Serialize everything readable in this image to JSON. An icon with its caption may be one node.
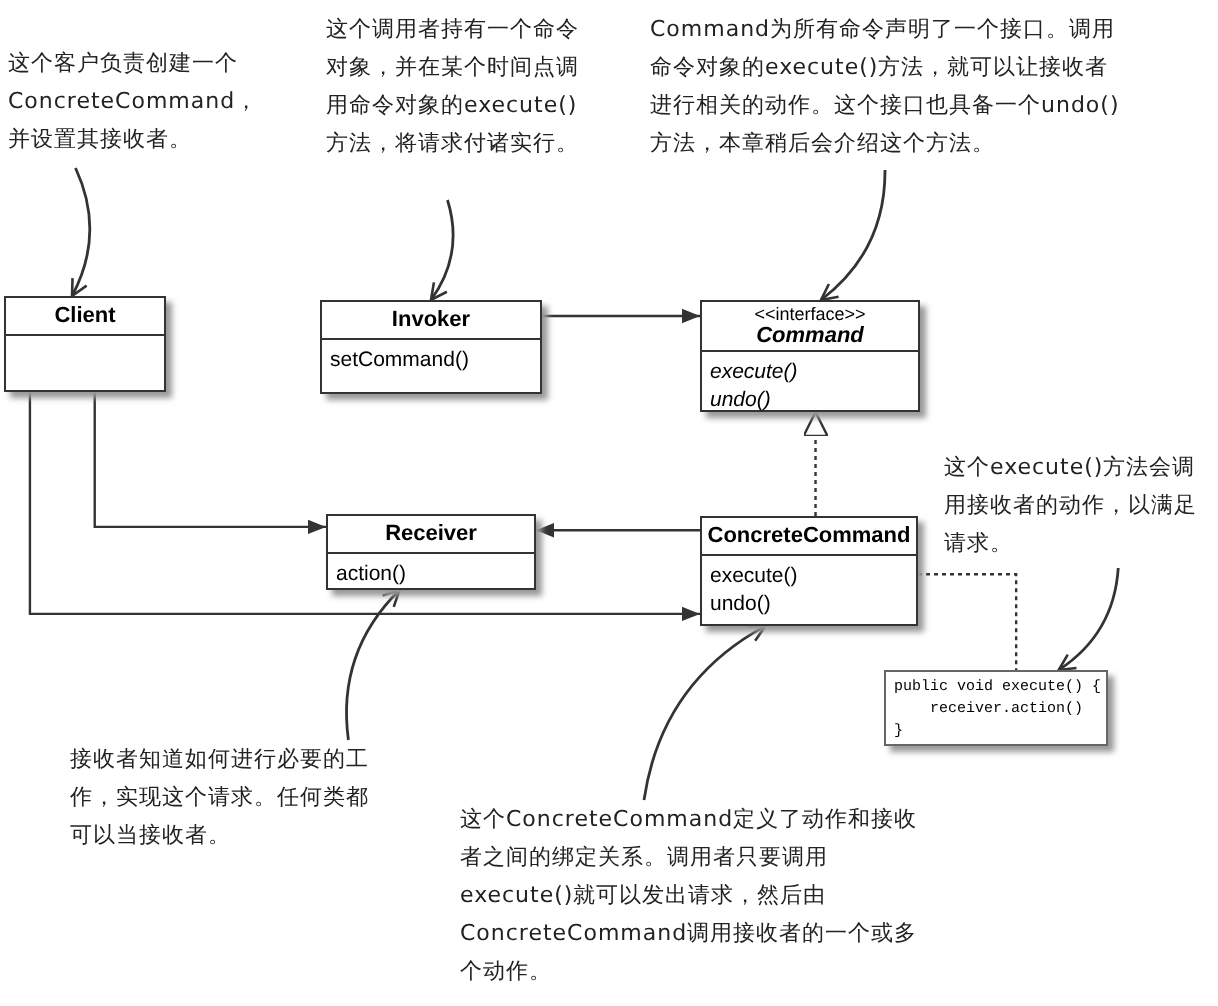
{
  "diagram": {
    "nodes": [
      {
        "text": [
          "Client"
        ]
      },
      {
        "text": [
          "Invoker",
          "setCommand()"
        ]
      },
      {
        "text": [
          "<<interface>>",
          "Command",
          "execute()",
          "undo()"
        ]
      },
      {
        "text": [
          "Receiver",
          "action()"
        ]
      },
      {
        "text": [
          "ConcreteCommand",
          "execute()",
          "undo()"
        ]
      },
      {
        "text": [
          "public void execute() {",
          "receiver.action()",
          "}"
        ]
      },
      {
        "text": [
          "这个客户负责创建一个ConcreteCommand，并设置其接收者。"
        ]
      },
      {
        "text": [
          "这个调用者持有一个命令对象，并在某个时间点调用命令对象的execute()方法，将请求付诸实行。"
        ]
      },
      {
        "text": [
          "Command为所有命令声明了一个接口。调用命令对象的execute()方法，就可以让接收者进行相关的动作。这个接口也具备一个undo()方法，本章稍后会介绍这个方法。"
        ]
      },
      {
        "text": [
          "这个execute()方法会调用接收者的动作，以满足请求。"
        ]
      },
      {
        "text": [
          "接收者知道如何进行必要的工作，实现这个请求。任何类都可以当接收者。"
        ]
      },
      {
        "text": [
          "这个ConcreteCommand定义了动作和接收者之间的绑定关系。调用者只要调用execute()就可以发出请求，然后由ConcreteCommand调用接收者的一个或多个动作。"
        ]
      }
    ],
    "edges": [
      {
        "from": 0,
        "to": 3,
        "arrow": "to"
      },
      {
        "from": 0,
        "to": 4,
        "arrow": "to"
      },
      {
        "from": 1,
        "to": 2,
        "arrow": "to"
      },
      {
        "from": 4,
        "to": 2,
        "arrow": "to",
        "style": "dashed"
      },
      {
        "from": 4,
        "to": 3,
        "arrow": "to"
      },
      {
        "from": 4,
        "to": 5,
        "arrow": "none",
        "style": "dashed"
      },
      {
        "from": 6,
        "to": 0,
        "arrow": "to"
      },
      {
        "from": 7,
        "to": 1,
        "arrow": "to"
      },
      {
        "from": 8,
        "to": 2,
        "arrow": "to"
      },
      {
        "from": 9,
        "to": 5,
        "arrow": "to"
      },
      {
        "from": 10,
        "to": 3,
        "arrow": "to"
      },
      {
        "from": 11,
        "to": 4,
        "arrow": "to"
      }
    ]
  }
}
